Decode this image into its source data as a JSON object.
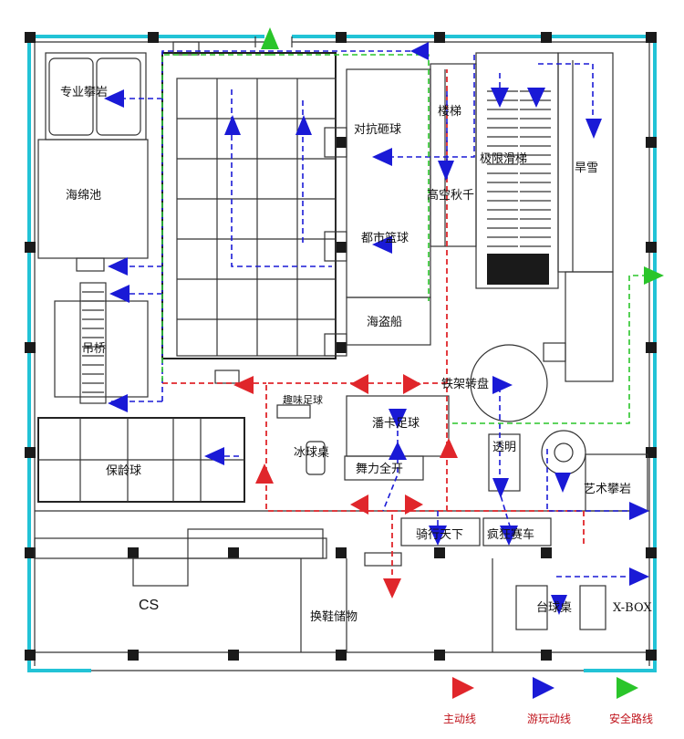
{
  "colors": {
    "main_line": "#e0262b",
    "play_line": "#1a1ad6",
    "safe_line": "#2ac52a",
    "outer_wall": "#22c3d6"
  },
  "rooms": {
    "professional_climbing": "专业攀岩",
    "sponge_pool": "海绵池",
    "suspension_bridge": "吊桥",
    "bowling": "保龄球",
    "confront_ball": "对抗砸球",
    "city_basketball": "都市篮球",
    "pirate_ship": "海盗船",
    "high_swing": "高空秋千",
    "slide_area": "极限滑梯",
    "stairs": "楼梯",
    "dry_snow": "旱雪",
    "fun_football": "趣味足球",
    "foosball_field": "潘卡足球",
    "ice_hockey": "冰球桌",
    "dance_machine": "舞力全开",
    "iron_turntable": "铁架转盘",
    "transparent": "透明",
    "art_climbing": "艺术攀岩",
    "riding": "骑行天下",
    "crazy_bumper": "疯狂赛车",
    "cs": "CS",
    "shoe_storage": "换鞋储物",
    "pool_table": "台球桌",
    "xbox": "X-BOX"
  },
  "legend": {
    "main_line": "主动线",
    "play_line": "游玩动线",
    "safe_line": "安全路线"
  }
}
